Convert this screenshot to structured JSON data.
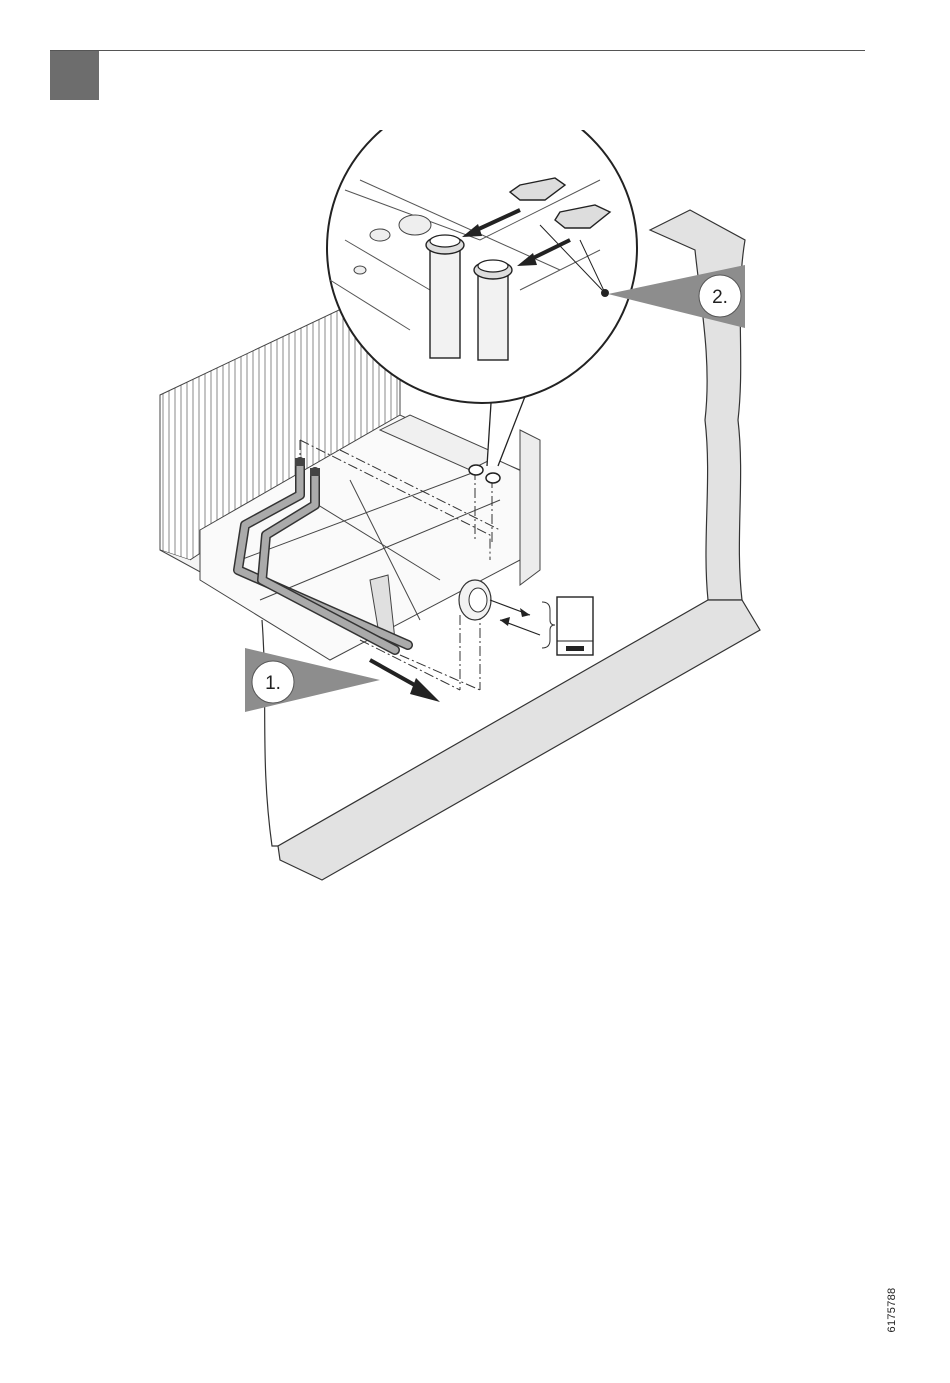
{
  "figure": {
    "step_1": "1.",
    "step_2": "2."
  },
  "doc_number": "6175788",
  "colors": {
    "square": "#6d6d6d",
    "wall": "#e2e2e2",
    "callout": "#8d8d8d",
    "line": "#2a2a2a"
  }
}
